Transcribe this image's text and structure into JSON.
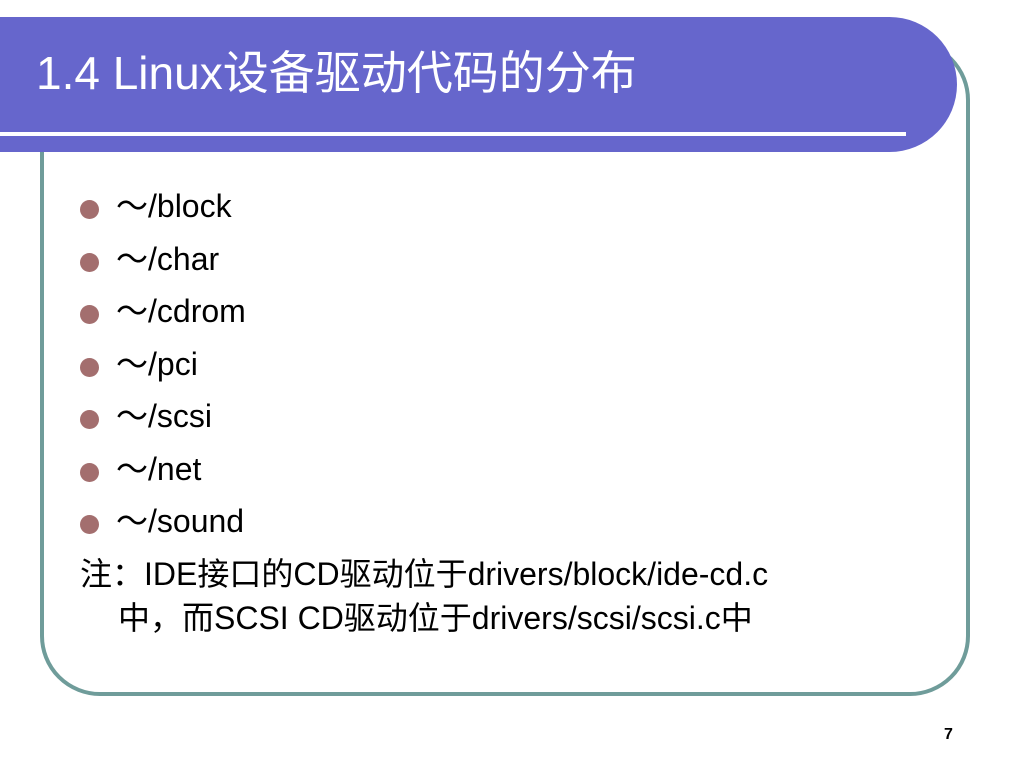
{
  "slide": {
    "title": "1.4 Linux设备驱动代码的分布",
    "bullets": [
      {
        "text": "～/block"
      },
      {
        "text": "～/char"
      },
      {
        "text": "～/cdrom"
      },
      {
        "text": "～/pci"
      },
      {
        "text": "～/scsi"
      },
      {
        "text": "～/net"
      },
      {
        "text": "～/sound"
      }
    ],
    "note": {
      "line1": "注：IDE接口的CD驱动位于drivers/block/ide-cd.c",
      "line2": "中，而SCSI CD驱动位于drivers/scsi/scsi.c中"
    },
    "page_number": "7"
  },
  "colors": {
    "title_band": "#6666cc",
    "frame_border": "#6f9c9a",
    "bullet": "#a36e6e",
    "title_text": "#ffffff",
    "body_text": "#000000"
  }
}
